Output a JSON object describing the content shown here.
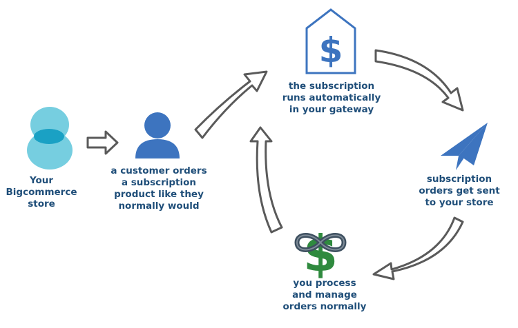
{
  "colors": {
    "text": "#1f4e79",
    "accent_blue": "#3d74bf",
    "logo_light": "#67c9dd",
    "logo_dark": "#1aa1c4",
    "arrow_stroke": "#5a5a5a",
    "money_green": "#2f8a3e",
    "money_gray": "#3e5060"
  },
  "icons": {
    "store": "bigcommerce-logo-icon",
    "customer": "person-icon",
    "gateway": "dollar-house-icon",
    "orders_sent": "paper-plane-icon",
    "process": "money-infinity-icon"
  },
  "steps": {
    "store": {
      "lines": [
        "Your",
        "Bigcommerce",
        "store"
      ]
    },
    "customer": {
      "lines": [
        "a customer orders",
        "a subscription",
        "product like they",
        "normally would"
      ]
    },
    "gateway": {
      "lines": [
        "the subscription",
        "runs automatically",
        "in your gateway"
      ]
    },
    "orders_sent": {
      "lines": [
        "subscription",
        "orders get sent",
        "to your store"
      ]
    },
    "process": {
      "lines": [
        "you process",
        "and manage",
        "orders normally"
      ]
    }
  }
}
